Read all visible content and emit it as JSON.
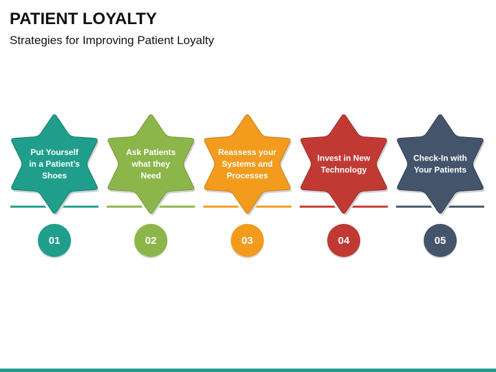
{
  "slide": {
    "title": "PATIENT LOYALTY",
    "subtitle": "Strategies for Improving Patient Loyalty",
    "bottom_bar_color": "#1f9e8b"
  },
  "steps": [
    {
      "number": "01",
      "lines": [
        "Put Yourself",
        "in a Patient’s",
        "Shoes"
      ],
      "color": "#1f9e8b",
      "shade": "#17806f"
    },
    {
      "number": "02",
      "lines": [
        "Ask Patients",
        "what they",
        "Need"
      ],
      "color": "#8db64a",
      "shade": "#72983a"
    },
    {
      "number": "03",
      "lines": [
        "Reassess your",
        "Systems and",
        "Processes"
      ],
      "color": "#f29b1d",
      "shade": "#c97e13"
    },
    {
      "number": "04",
      "lines": [
        "Invest in New",
        "Technology"
      ],
      "color": "#c03a33",
      "shade": "#9b2c26"
    },
    {
      "number": "05",
      "lines": [
        "Check-In with",
        "Your Patients"
      ],
      "color": "#44546a",
      "shade": "#34414f"
    }
  ]
}
